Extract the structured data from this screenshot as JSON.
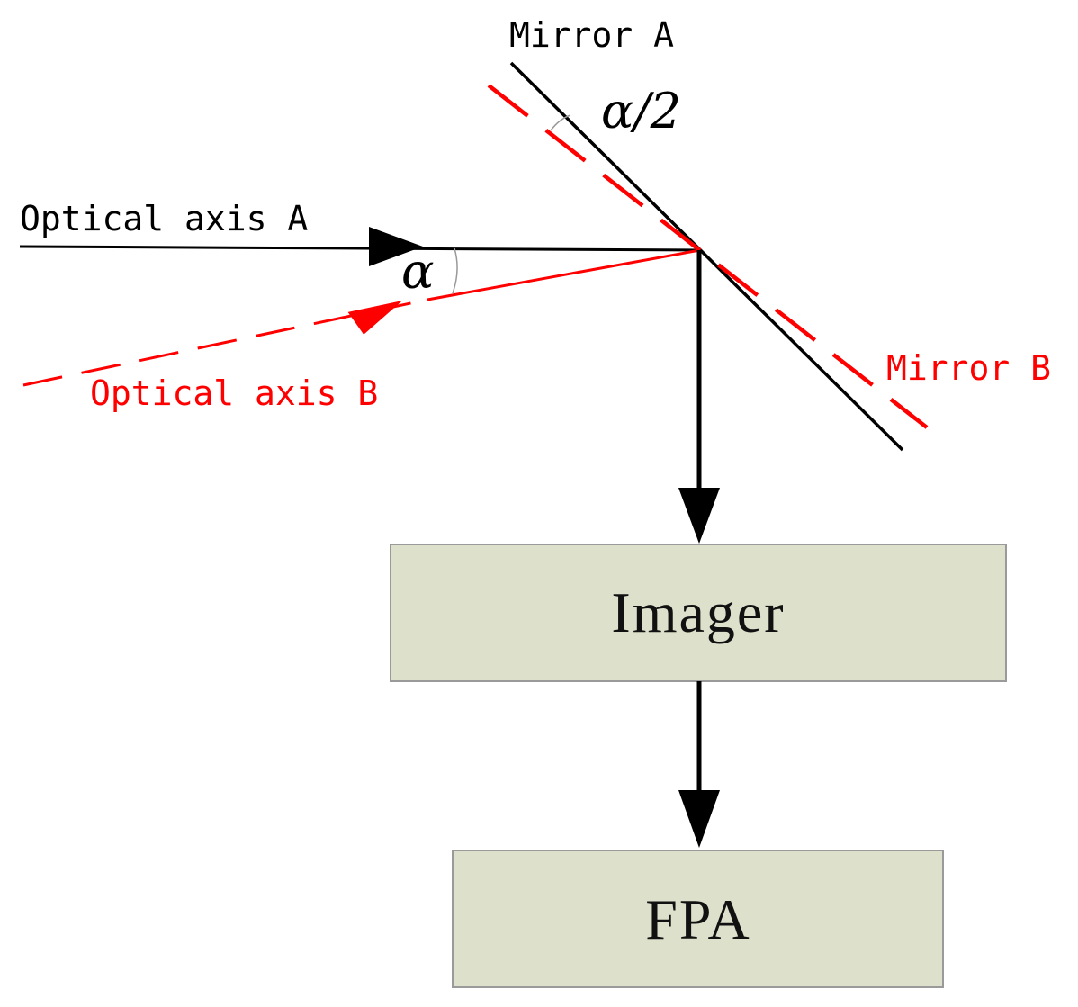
{
  "labels": {
    "mirror_a": "Mirror A",
    "mirror_b": "Mirror B",
    "optical_axis_a": "Optical axis A",
    "optical_axis_b": "Optical axis B",
    "alpha_half": "α/2",
    "alpha": "α"
  },
  "boxes": {
    "imager": "Imager",
    "fpa": "FPA"
  },
  "colors": {
    "axis_a": "#000000",
    "axis_b": "#ff0000",
    "box_fill": "#dde0cb",
    "box_stroke": "#9a9a9a"
  }
}
